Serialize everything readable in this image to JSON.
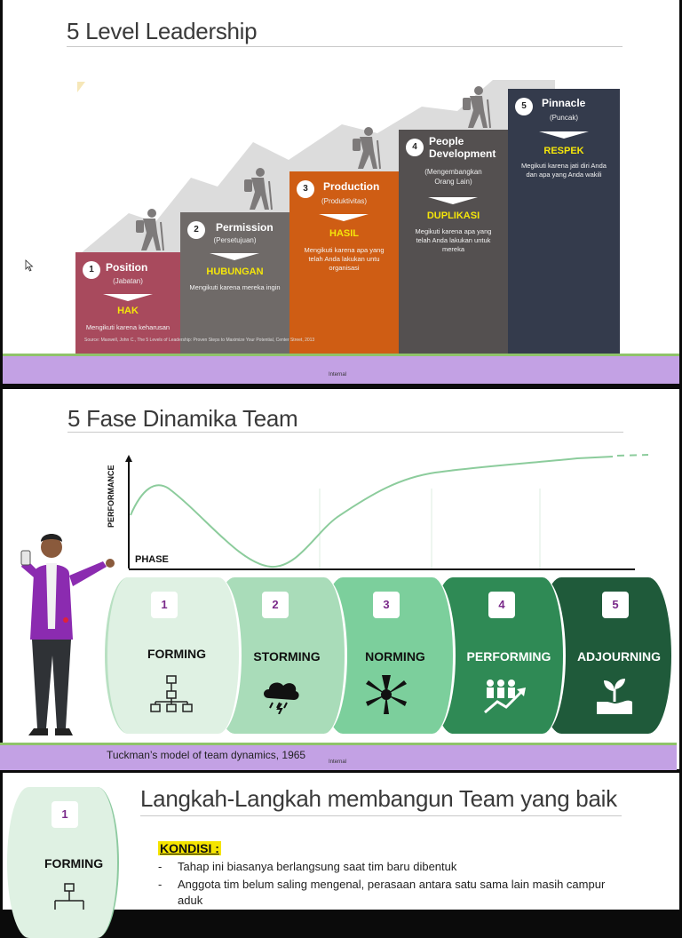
{
  "slide1": {
    "title": "5 Level Leadership",
    "steps": [
      {
        "num": "1",
        "title": "Position",
        "sub": "(Jabatan)",
        "keyword": "HAK",
        "desc": "Mengikuti karena keharusan",
        "color": "#a84a5d"
      },
      {
        "num": "2",
        "title": "Permission",
        "sub": "(Persetujuan)",
        "keyword": "HUBUNGAN",
        "desc": "Mengikuti karena mereka ingin",
        "color": "#6f6a68"
      },
      {
        "num": "3",
        "title": "Production",
        "sub": "(Produktivitas)",
        "keyword": "HASIL",
        "desc": "Mengikuti karena apa yang telah Anda lakukan untu organisasi",
        "color": "#cf5d14"
      },
      {
        "num": "4",
        "title": "People Development",
        "sub": "(Mengembangkan Orang Lain)",
        "keyword": "DUPLIKASI",
        "desc": "Megikuti karena apa yang telah Anda lakukan untuk mereka",
        "color": "#545050"
      },
      {
        "num": "5",
        "title": "Pinnacle",
        "sub": "(Puncak)",
        "keyword": "RESPEK",
        "desc": "Megikuti karena jati diri Anda dan apa yang Anda wakili",
        "color": "#343b4c"
      }
    ],
    "source": "Source: Maxwell, John C., The 5 Levels of Leadership: Proven Steps to Maximize Your Potential, Center Street, 2013",
    "internal": "Internal"
  },
  "slide2": {
    "title": "5 Fase Dinamika Team",
    "ylabel": "PERFORMANCE",
    "xlabel": "PHASE",
    "phases": [
      {
        "num": "1",
        "name": "FORMING",
        "icon": "org-chart-icon",
        "color": "#dff1e3",
        "text": "#111"
      },
      {
        "num": "2",
        "name": "STORMING",
        "icon": "storm-cloud-icon",
        "color": "#a9dcb9",
        "text": "#111"
      },
      {
        "num": "3",
        "name": "NORMING",
        "icon": "hands-together-icon",
        "color": "#7ccf9c",
        "text": "#111"
      },
      {
        "num": "4",
        "name": "PERFORMING",
        "icon": "team-growth-icon",
        "color": "#2f8a55",
        "text": "#ffffff"
      },
      {
        "num": "5",
        "name": "ADJOURNING",
        "icon": "plant-hand-icon",
        "color": "#1f5a3a",
        "text": "#ffffff"
      }
    ],
    "caption": "Tuckman’s model of team dynamics, 1965",
    "internal": "Internal"
  },
  "slide3": {
    "title": "Langkah-Langkah membangun Team yang baik",
    "phase_num": "1",
    "phase_name": "FORMING",
    "kondisi_label": "KONDISI :",
    "bullets": [
      "Tahap ini biasanya berlangsung saat tim baru dibentuk",
      "Anggota tim belum saling mengenal, perasaan antara satu sama lain masih campur",
      "aduk"
    ]
  },
  "colors": {
    "band": "#c3a1e4",
    "band_line": "#8fc36a",
    "keyword": "#f5e60a"
  }
}
